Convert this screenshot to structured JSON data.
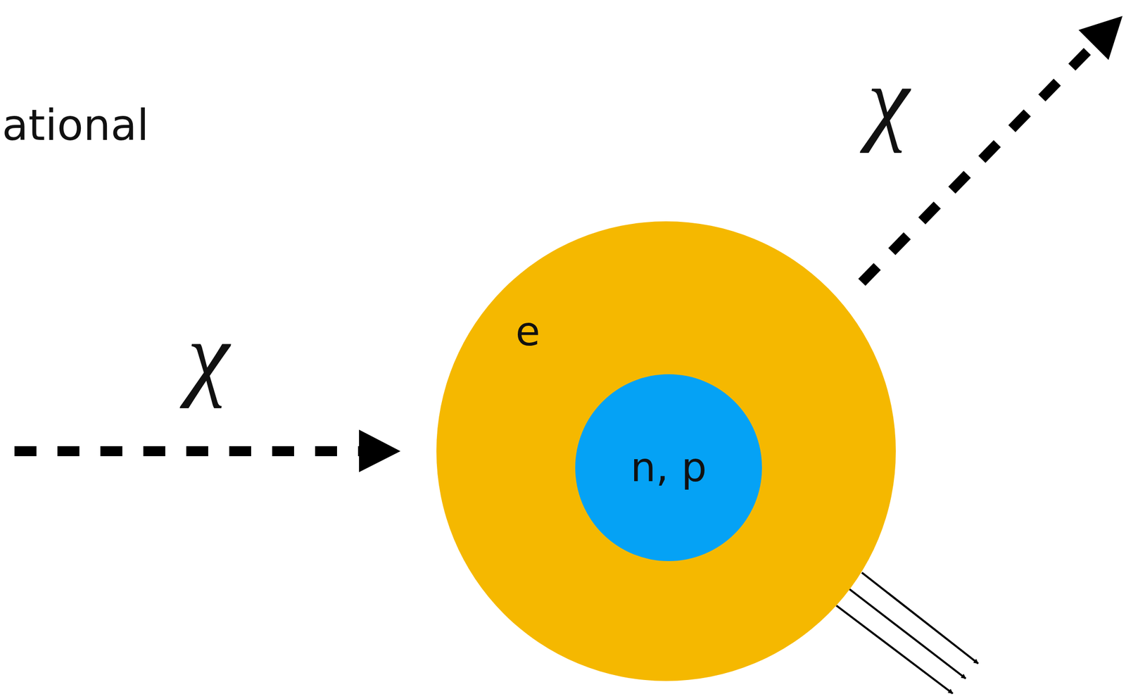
{
  "diagram": {
    "nodes": [
      {
        "text": [
          "e"
        ]
      },
      {
        "text": [
          "n, p"
        ],
        "in": 0
      }
    ],
    "labels": [
      "ational",
      "χ",
      "χ"
    ]
  }
}
